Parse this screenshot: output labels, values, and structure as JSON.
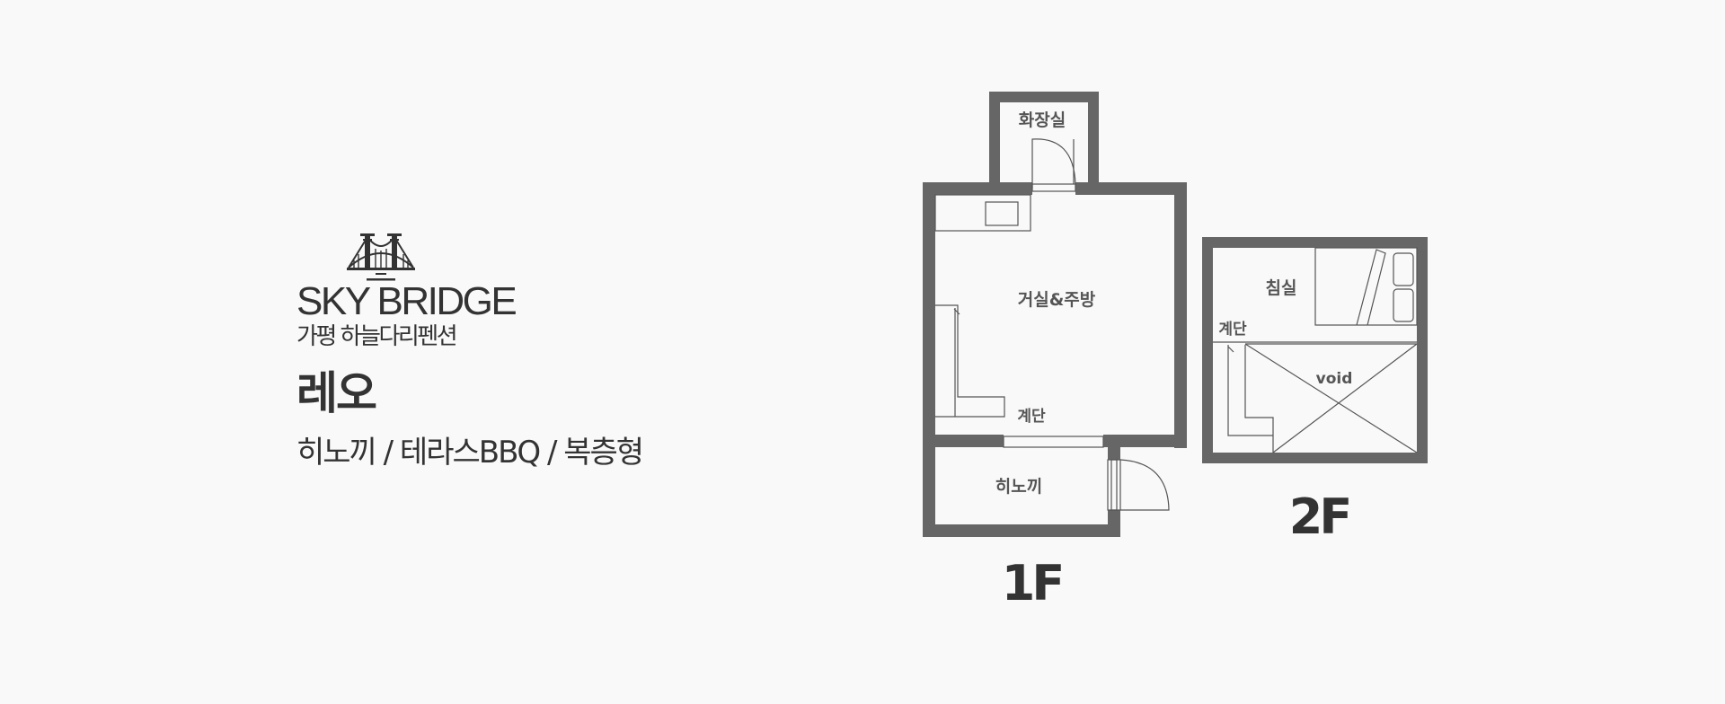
{
  "brand": {
    "name": "SKY BRIDGE",
    "subtitle": "가평 하늘다리펜션",
    "logo_icon": "bridge-logo-icon"
  },
  "room": {
    "name": "레오",
    "features": "히노끼 / 테라스BBQ / 복층형"
  },
  "floorplan": {
    "floor1": {
      "label": "1F",
      "rooms": {
        "bathroom": "화장실",
        "living_kitchen": "거실&주방",
        "stairs": "계단",
        "hinoki": "히노끼"
      }
    },
    "floor2": {
      "label": "2F",
      "rooms": {
        "bedroom": "침실",
        "stairs": "계단",
        "void": "void"
      }
    }
  },
  "colors": {
    "background": "#f9f9f9",
    "text": "#333333",
    "wall": "#666666",
    "line": "#555555"
  }
}
